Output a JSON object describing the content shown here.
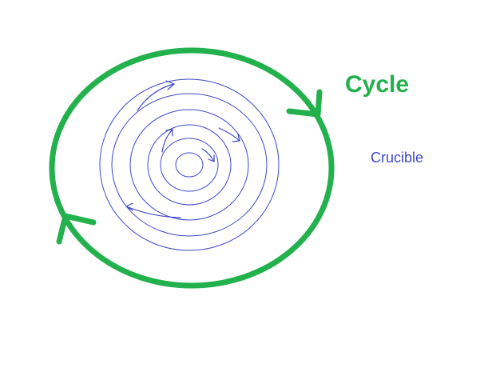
{
  "labels": {
    "cycle": "Cycle",
    "crucible": "Crucible"
  },
  "colors": {
    "cycle": "#22b14c",
    "crucible": "#3f48cc",
    "background": "#ffffff"
  },
  "icons": {
    "outer_arrows": "arrowhead",
    "inner_arrows": "small-arrowhead"
  }
}
